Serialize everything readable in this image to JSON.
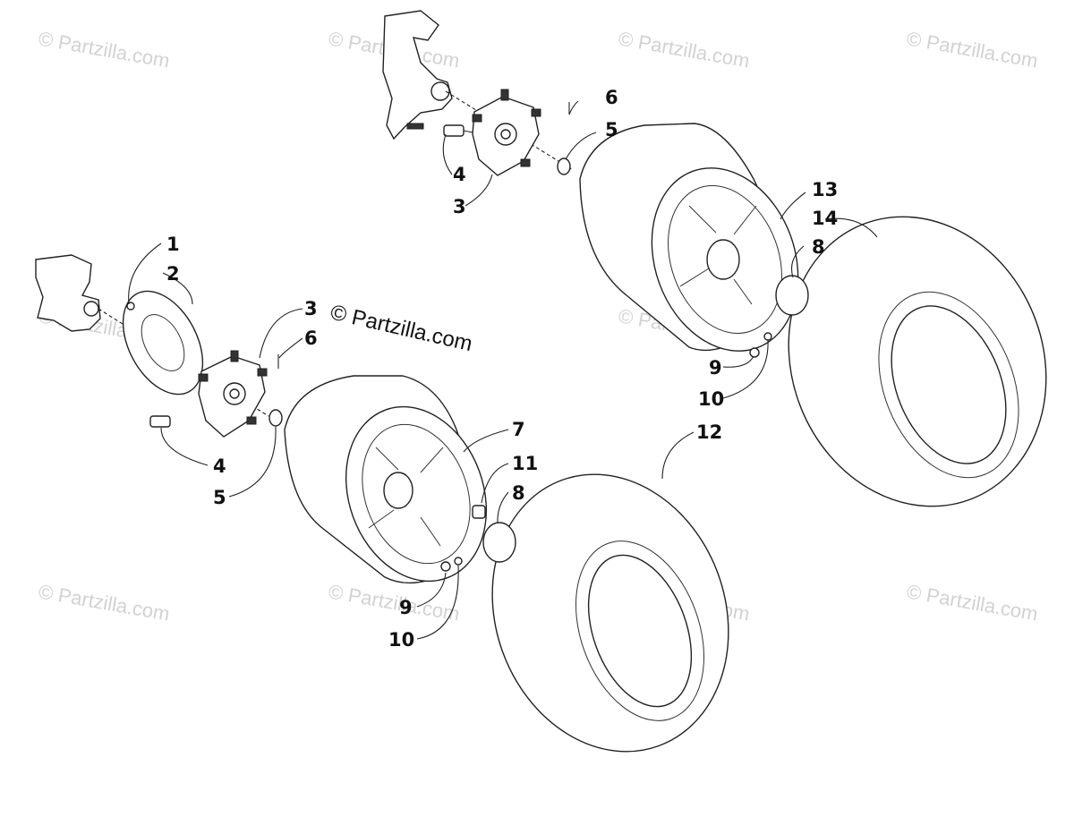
{
  "watermark": "© Partzilla.com",
  "main_watermark": "© Partzilla.com",
  "callouts": {
    "top": {
      "c6": "6",
      "c5": "5",
      "c4": "4",
      "c3": "3",
      "c13": "13",
      "c14": "14",
      "c8": "8",
      "c9": "9",
      "c10": "10"
    },
    "left": {
      "c1": "1",
      "c2": "2",
      "c3": "3",
      "c6": "6",
      "c4": "4",
      "c5": "5",
      "c7": "7",
      "c11": "11",
      "c8": "8",
      "c9": "9",
      "c10": "10",
      "c12": "12"
    }
  }
}
